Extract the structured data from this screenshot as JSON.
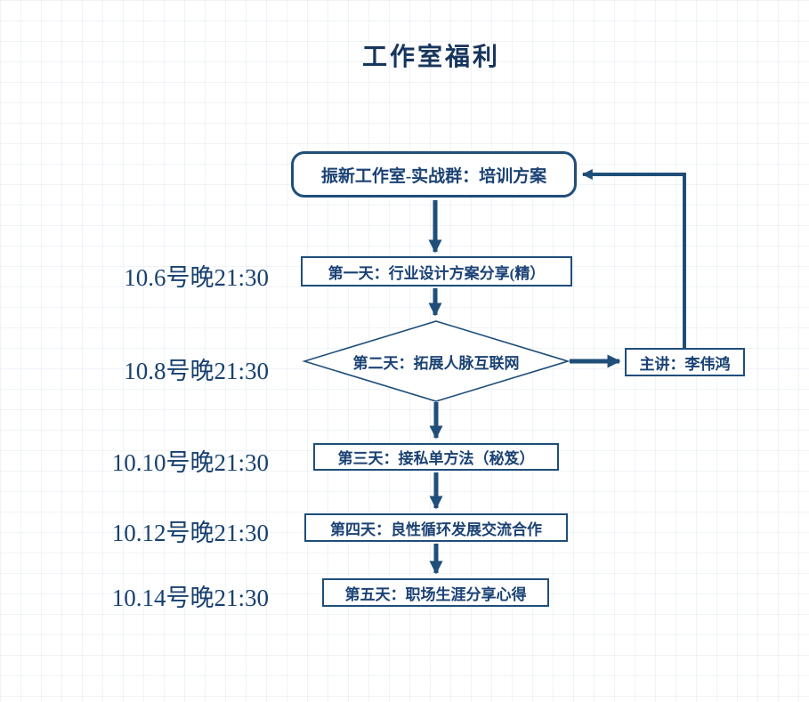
{
  "title": "工作室福利",
  "colors": {
    "line": "#1F4E79",
    "text": "#17365D"
  },
  "flow": {
    "start": "振新工作室-实战群：培训方案",
    "day1": "第一天：行业设计方案分享(精）",
    "day2": "第二天：拓展人脉互联网",
    "speaker": "主讲：李伟鸿",
    "day3": "第三天：接私单方法（秘笈）",
    "day4": "第四天：良性循环发展交流合作",
    "day5": "第五天：职场生涯分享心得"
  },
  "schedule": [
    "10.6号晚21:30",
    "10.8号晚21:30",
    "10.10号晚21:30",
    "10.12号晚21:30",
    "10.14号晚21:30"
  ]
}
